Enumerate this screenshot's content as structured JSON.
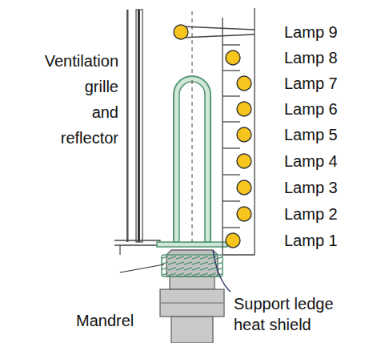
{
  "diagram": {
    "labels": [
      "Ventilation grille and reflector",
      "Lamp 9",
      "Lamp 8",
      "Lamp 7",
      "Lamp 6",
      "Lamp 5",
      "Lamp 4",
      "Lamp 3",
      "Lamp 2",
      "Lamp 1",
      "Mandrel",
      "Support ledge heat shield"
    ]
  }
}
